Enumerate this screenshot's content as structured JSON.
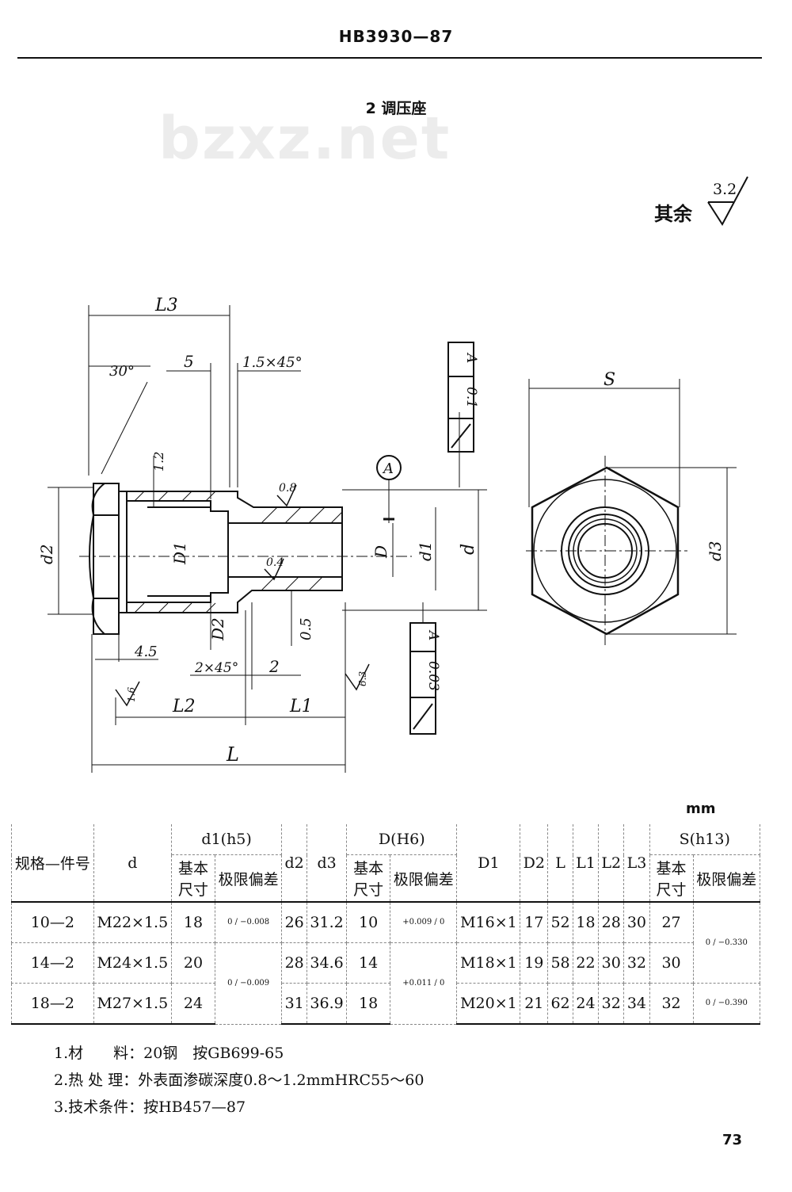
{
  "header": {
    "standard": "HB3930—87"
  },
  "section": {
    "title": "2  调压座"
  },
  "watermark": "bzxz.net",
  "roughness_note": {
    "label": "其余",
    "value": "3.2"
  },
  "drawing": {
    "dims": {
      "L3": "L3",
      "five": "5",
      "chamfer_top": "1.5×45°",
      "angle": "30°",
      "twelve": "1.2",
      "r08": "0.8",
      "r04": "0.4",
      "d2": "d2",
      "D1": "D1",
      "D2": "D2",
      "D": "D",
      "d1": "d1",
      "d": "d",
      "zero5": "0.5",
      "four5": "4.5",
      "chamfer_bot": "2×45°",
      "two": "2",
      "L2": "L2",
      "L1": "L1",
      "L": "L",
      "rough16": "1.6",
      "rough63": "6.3",
      "datum": "A",
      "S": "S",
      "d3": "d3"
    },
    "tolerances": {
      "top": {
        "value": "0.1",
        "datum": "A"
      },
      "bottom": {
        "value": "0.03",
        "datum": "A"
      }
    }
  },
  "unit": "mm",
  "table": {
    "headers": {
      "spec": "规格—件号",
      "d": "d",
      "d1": "d1(h5)",
      "base_size": "基本尺寸",
      "limit_dev": "极限偏差",
      "d2": "d2",
      "d3": "d3",
      "D": "D(H6)",
      "D1": "D1",
      "D2": "D2",
      "L": "L",
      "L1": "L1",
      "L2": "L2",
      "L3": "L3",
      "S": "S(h13)"
    },
    "rows": [
      {
        "spec": "10—2",
        "d": "M22×1.5",
        "d1": "18",
        "d1_dev": "0 / −0.008",
        "d2": "26",
        "d3": "31.2",
        "D": "10",
        "D_dev": "+0.009 / 0",
        "D1": "M16×1",
        "D2": "17",
        "L": "52",
        "L1": "18",
        "L2": "28",
        "L3": "30",
        "S": "27"
      },
      {
        "spec": "14—2",
        "d": "M24×1.5",
        "d1": "20",
        "d1_dev": "0 / −0.009",
        "d2": "28",
        "d3": "34.6",
        "D": "14",
        "D_dev": "+0.011 / 0",
        "D1": "M18×1",
        "D2": "19",
        "L": "58",
        "L1": "22",
        "L2": "30",
        "L3": "32",
        "S": "30",
        "S_dev": "0 / −0.330"
      },
      {
        "spec": "18—2",
        "d": "M27×1.5",
        "d1": "24",
        "d2": "31",
        "d3": "36.9",
        "D": "18",
        "D1": "M20×1",
        "D2": "21",
        "L": "62",
        "L1": "24",
        "L2": "32",
        "L3": "34",
        "S": "32",
        "S_dev": "0 / −0.390"
      }
    ]
  },
  "notes": [
    "1.材　　料：20钢　按GB699-65",
    "2.热 处 理：外表面渗碳深度0.8～1.2mmHRC55～60",
    "3.技术条件：按HB457—87"
  ],
  "page_number": "73"
}
